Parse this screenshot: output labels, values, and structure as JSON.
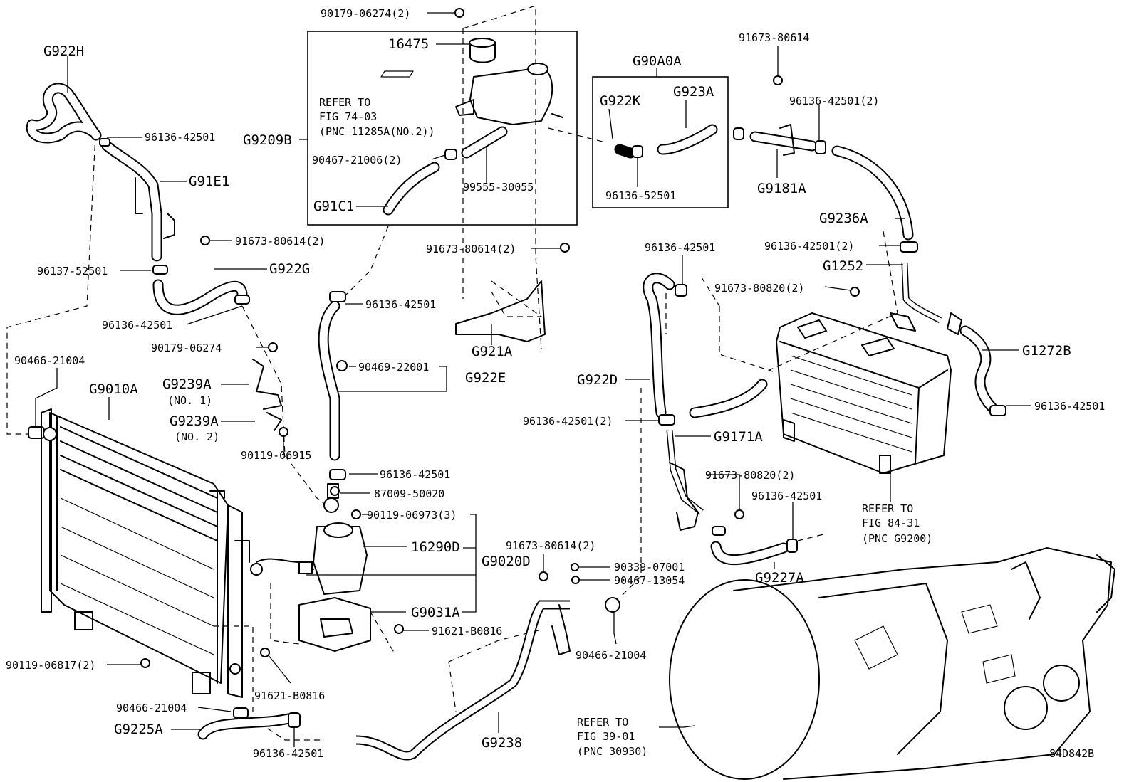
{
  "labels": {
    "g922h": "G922H",
    "p96136_42501_a": "96136-42501",
    "g91e1": "G91E1",
    "p91673_80614_2a": "91673-80614(2)",
    "p96137_52501": "96137-52501",
    "g922g": "G922G",
    "p96136_42501_b": "96136-42501",
    "p90179_06274_b": "90179-06274",
    "p90466_21004_a": "90466-21004",
    "g9010a": "G9010A",
    "g9239a_1": "G9239A",
    "no1": "(NO. 1)",
    "g9239a_2": "G9239A",
    "no2": "(NO. 2)",
    "p90119_06915": "90119-06915",
    "p90119_06817": "90119-06817(2)",
    "p90466_21004_b": "90466-21004",
    "g9225a": "G9225A",
    "p96136_42501_c": "96136-42501",
    "p91621_b0816_a": "91621-B0816",
    "p90179_06274_a": "90179-06274(2)",
    "p16475": "16475",
    "refer_74_1": "REFER TO",
    "refer_74_2": "FIG 74-03",
    "refer_74_3": "(PNC 11285A(NO.2))",
    "g9209b": "G9209B",
    "p90467_21006": "90467-21006(2)",
    "p99555_30055": "99555-30055",
    "g91c1": "G91C1",
    "p91673_80614_2b": "91673-80614(2)",
    "p96136_42501_d": "96136-42501",
    "g921a": "G921A",
    "p90469_22001": "90469-22001",
    "g922e": "G922E",
    "p96136_42501_e": "96136-42501",
    "p87009_50020": "87009-50020",
    "p90119_06973": "90119-06973(3)",
    "p16290d": "16290D",
    "g9020d": "G9020D",
    "g9031a": "G9031A",
    "p91621_b0816_b": "91621-B0816",
    "g90a0a": "G90A0A",
    "g922k": "G922K",
    "g923a": "G923A",
    "p96136_52501": "96136-52501",
    "p91673_80614": "91673-80614",
    "p96136_42501_2a": "96136-42501(2)",
    "g9181a": "G9181A",
    "g9236a": "G9236A",
    "p96136_42501_2b": "96136-42501(2)",
    "g1252": "G1252",
    "p91673_80820_2a": "91673-80820(2)",
    "g1272b": "G1272B",
    "p96136_42501_f": "96136-42501",
    "p96136_42501_g": "96136-42501",
    "g922d": "G922D",
    "p96136_42501_2c": "96136-42501(2)",
    "g9171a": "G9171A",
    "p91673_80820_2b": "91673-80820(2)",
    "p96136_42501_h": "96136-42501",
    "refer_84_1": "REFER TO",
    "refer_84_2": "FIG 84-31",
    "refer_84_3": "(PNC G9200)",
    "g9227a": "G9227A",
    "p91673_80614_2c": "91673-80614(2)",
    "p90339_07001": "90339-07001",
    "p90467_13054": "90467-13054",
    "p90466_21004_c": "90466-21004",
    "g9238": "G9238",
    "refer_39_1": "REFER TO",
    "refer_39_2": "FIG 39-01",
    "refer_39_3": "(PNC 30930)",
    "diagram_code": "84D842B"
  }
}
